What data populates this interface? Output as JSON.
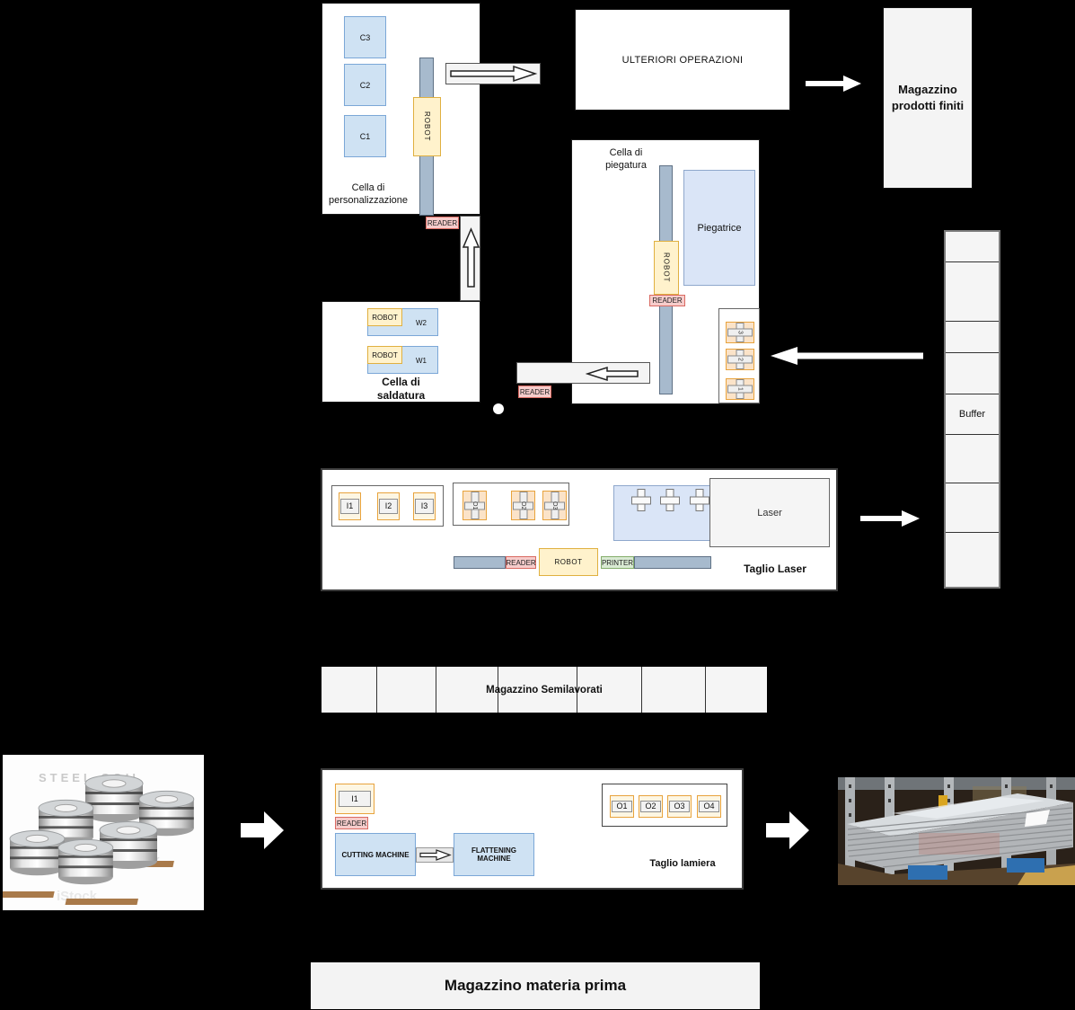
{
  "colors": {
    "machine_blue": "#cfe2f3",
    "machine_blue_border": "#7ba7d7",
    "robot_yellow": "#fff2cc",
    "robot_border": "#e0b040",
    "reader_pink": "#f6cccb",
    "reader_border": "#d96a62",
    "printer_green": "#d9ead3",
    "printer_border": "#84ad6b",
    "rail_gray": "#a7bacd",
    "rail_border": "#5f7185",
    "panel_gray": "#f4f4f4",
    "fixture_blue": "#dae5f7",
    "fixture_blue_border": "#8fa8cc",
    "cross_orange_fill": "#fbe3c8",
    "cross_orange_border": "#e8a33d",
    "io_outer_fill": "#fdf6e3",
    "io_inner_fill": "#f2f2f2"
  },
  "customization_cell": {
    "title": "Cella di\npersonalizzazione",
    "machines": [
      "C3",
      "C2",
      "C1"
    ],
    "robot": "ROBOT",
    "reader": "READER"
  },
  "welding_cell": {
    "title": "Cella di\nsaldatura",
    "stations": [
      {
        "robot": "ROBOT",
        "label": "W2"
      },
      {
        "robot": "ROBOT",
        "label": "W1"
      }
    ]
  },
  "bending_cell": {
    "title": "Cella di\npiegatura",
    "robot": "ROBOT",
    "reader": "READER",
    "bender": "Piegatrice",
    "machines": [
      "3",
      "2",
      "1"
    ]
  },
  "further_operations": {
    "label": "ULTERIORI OPERAZIONI"
  },
  "finished_goods": {
    "label": "Magazzino\nprodotti finiti"
  },
  "buffer": {
    "label": "Buffer"
  },
  "laser_area": {
    "inputs": [
      "I1",
      "I2",
      "I3"
    ],
    "outputs": [
      "O1",
      "O2",
      "O3"
    ],
    "laser": "Laser",
    "reader": "READER",
    "robot": "ROBOT",
    "printer": "PRINTER",
    "title": "Taglio Laser"
  },
  "mid_reader": {
    "label": "READER"
  },
  "semifinished": {
    "label": "Magazzino Semilavorati"
  },
  "sheet_cutting": {
    "input": "I1",
    "reader": "READER",
    "cutting": "CUTTING MACHINE",
    "flattening": "FLATTENING MACHINE",
    "outputs": [
      "O1",
      "O2",
      "O3",
      "O4"
    ],
    "title": "Taglio lamiera"
  },
  "raw_material": {
    "label": "Magazzino materia prima"
  },
  "coil_image": {
    "caption": "STEEL COIL",
    "watermark": "iStock"
  }
}
